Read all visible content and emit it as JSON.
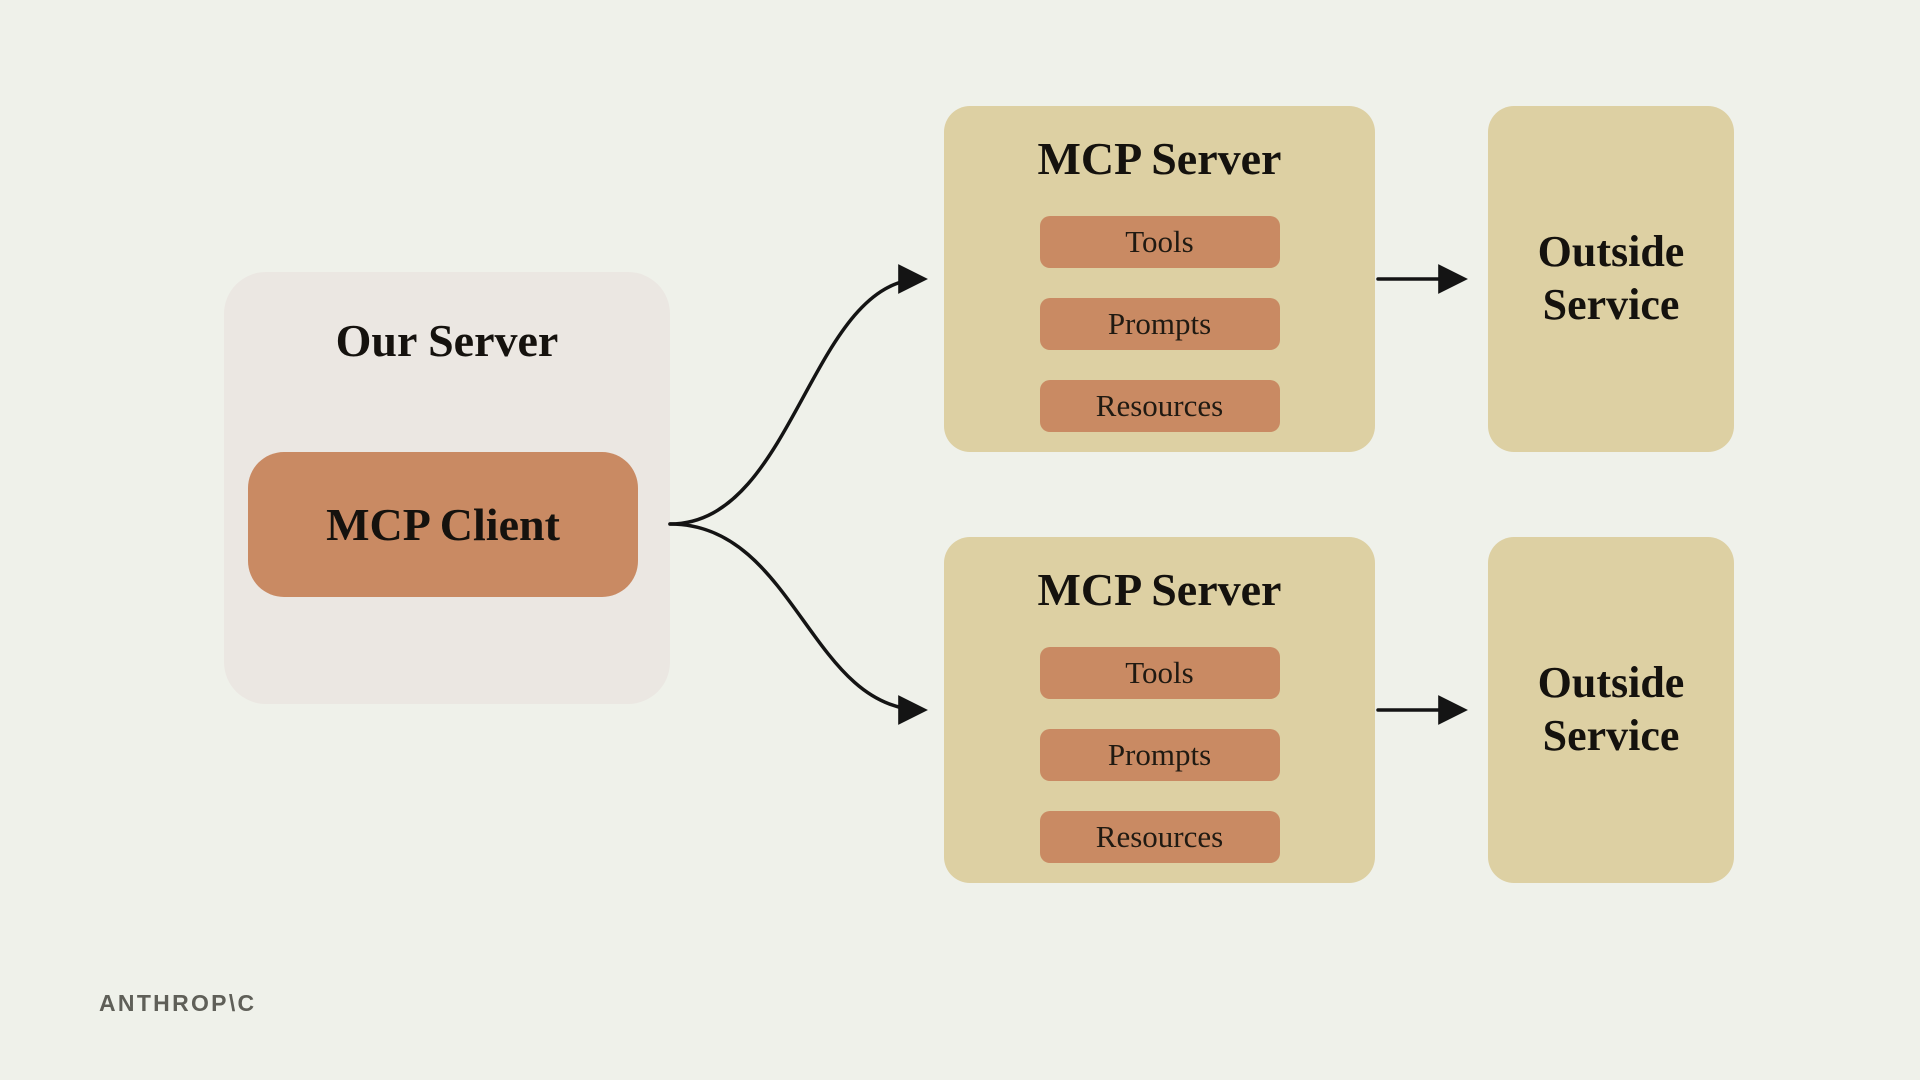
{
  "diagram": {
    "our_server": {
      "title": "Our Server",
      "client_label": "MCP Client"
    },
    "servers": [
      {
        "title": "MCP Server",
        "items": [
          "Tools",
          "Prompts",
          "Resources"
        ]
      },
      {
        "title": "MCP Server",
        "items": [
          "Tools",
          "Prompts",
          "Resources"
        ]
      }
    ],
    "outside_services": [
      {
        "label": "Outside\nService"
      },
      {
        "label": "Outside\nService"
      }
    ],
    "logo": "ANTHROP\\C",
    "colors": {
      "background": "#eff1ea",
      "panel_gray": "#ebe7e2",
      "panel_tan": "#ddd0a3",
      "accent_terracotta": "#c98a63",
      "text": "#15120e",
      "arrow": "#141414",
      "logo_gray": "#5f5f58"
    }
  }
}
